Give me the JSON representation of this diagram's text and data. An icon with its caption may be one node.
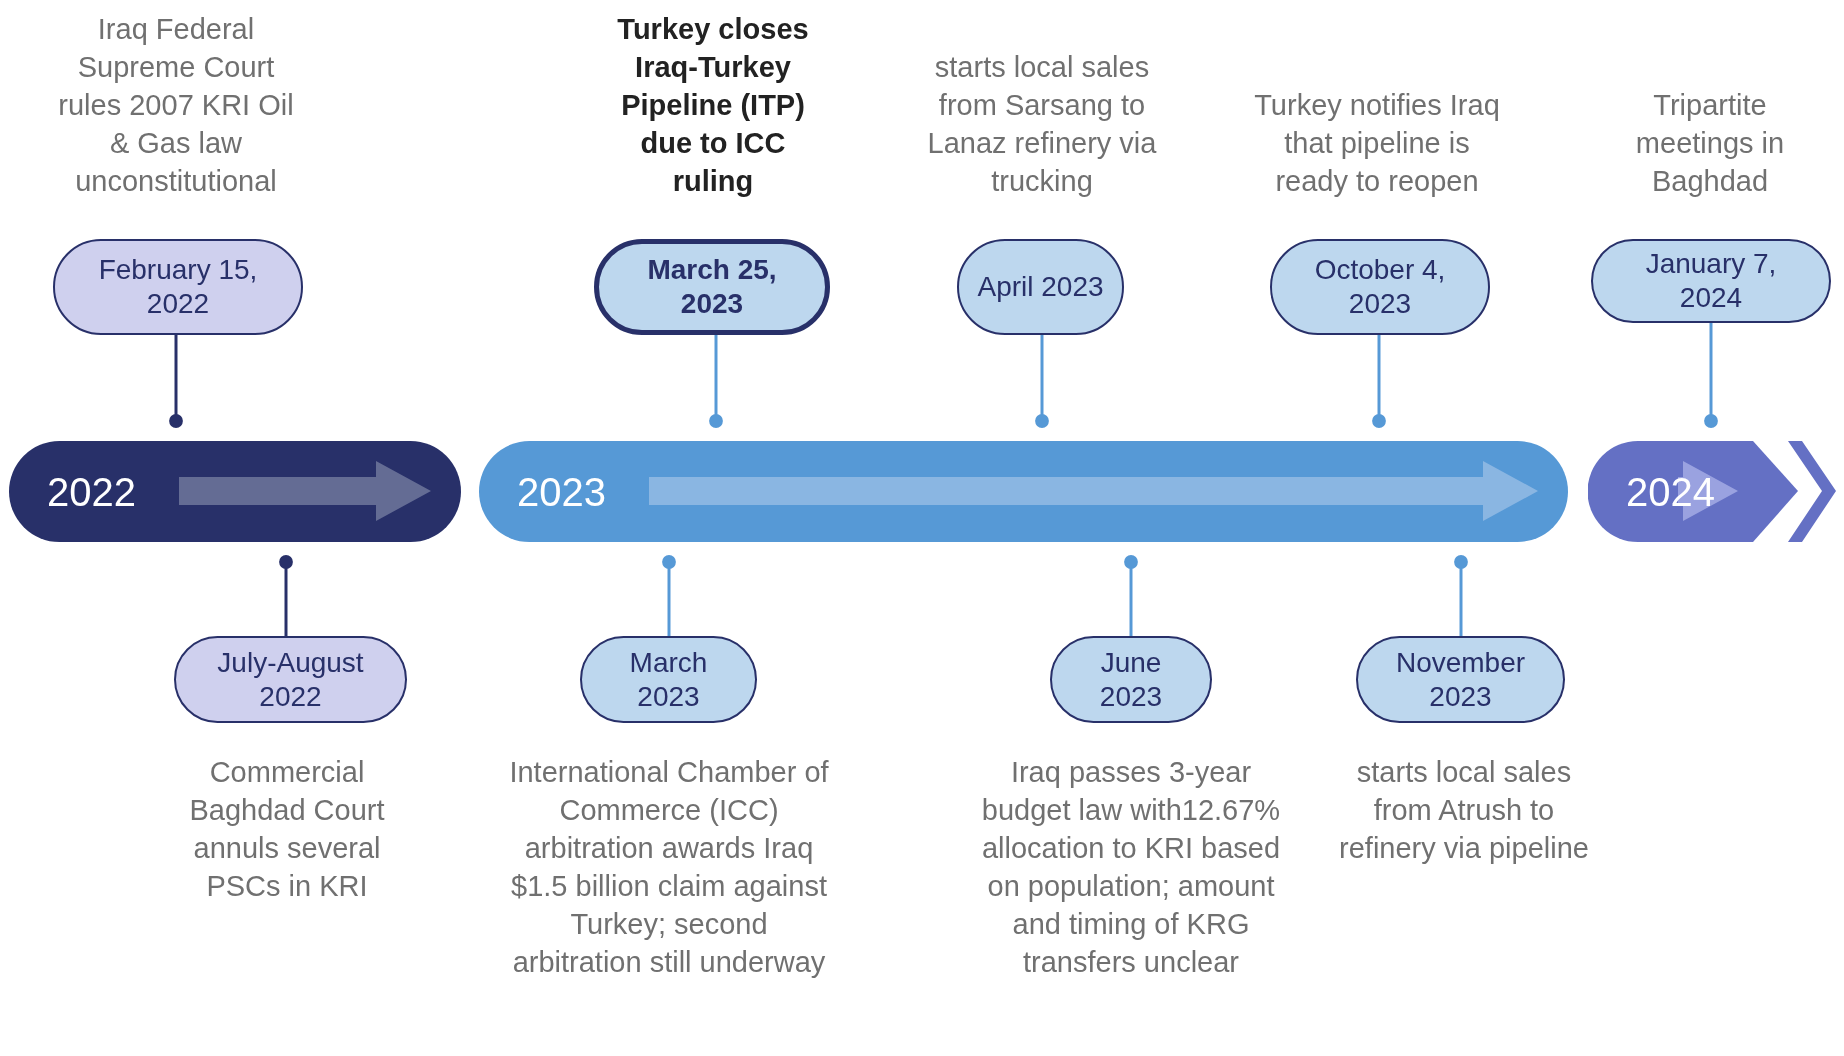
{
  "diagram": {
    "nodes": [
      {
        "text": [
          "2022"
        ]
      },
      {
        "text": [
          "2023"
        ]
      },
      {
        "text": [
          "2024"
        ]
      },
      {
        "text": [
          "February 15, 2022"
        ],
        "beside": [
          "Iraq Federal Supreme Court rules 2007 KRI Oil & Gas law unconstitutional"
        ]
      },
      {
        "text": [
          "July-August 2022"
        ],
        "beside": [
          "Commercial Baghdad Court annuls several PSCs in KRI"
        ]
      },
      {
        "text": [
          "March 25, 2023"
        ],
        "beside": [
          "Turkey closes Iraq-Turkey Pipeline (ITP) due to ICC ruling"
        ]
      },
      {
        "text": [
          "March 2023"
        ],
        "beside": [
          "International Chamber of Commerce (ICC) arbitration awards Iraq $1.5 billion claim against Turkey; second arbitration still underway"
        ]
      },
      {
        "text": [
          "April 2023"
        ],
        "beside": [
          "starts local sales from Sarsang to Lanaz refinery via trucking"
        ]
      },
      {
        "text": [
          "June 2023"
        ],
        "beside": [
          "Iraq passes 3-year budget law with12.67% allocation to KRI based on population; amount and timing of KRG transfers unclear"
        ]
      },
      {
        "text": [
          "October 4, 2023"
        ],
        "beside": [
          "Turkey notifies Iraq that pipeline is ready to reopen"
        ]
      },
      {
        "text": [
          "November 2023"
        ],
        "beside": [
          "starts local sales from Atrush to refinery via pipeline"
        ]
      },
      {
        "text": [
          "January 7, 2024"
        ],
        "beside": [
          "Tripartite meetings in Baghdad"
        ]
      }
    ],
    "edges": [
      {
        "from": 3,
        "to": 0,
        "arrow": "other",
        "color": "#283069"
      },
      {
        "from": 4,
        "to": 0,
        "arrow": "other",
        "color": "#283069"
      },
      {
        "from": 5,
        "to": 1,
        "arrow": "other"
      },
      {
        "from": 6,
        "to": 1,
        "arrow": "other"
      },
      {
        "from": 7,
        "to": 1,
        "arrow": "other"
      },
      {
        "from": 8,
        "to": 1,
        "arrow": "other"
      },
      {
        "from": 9,
        "to": 1,
        "arrow": "other"
      },
      {
        "from": 10,
        "to": 1,
        "arrow": "other"
      },
      {
        "from": 11,
        "to": 2,
        "arrow": "other"
      }
    ]
  }
}
